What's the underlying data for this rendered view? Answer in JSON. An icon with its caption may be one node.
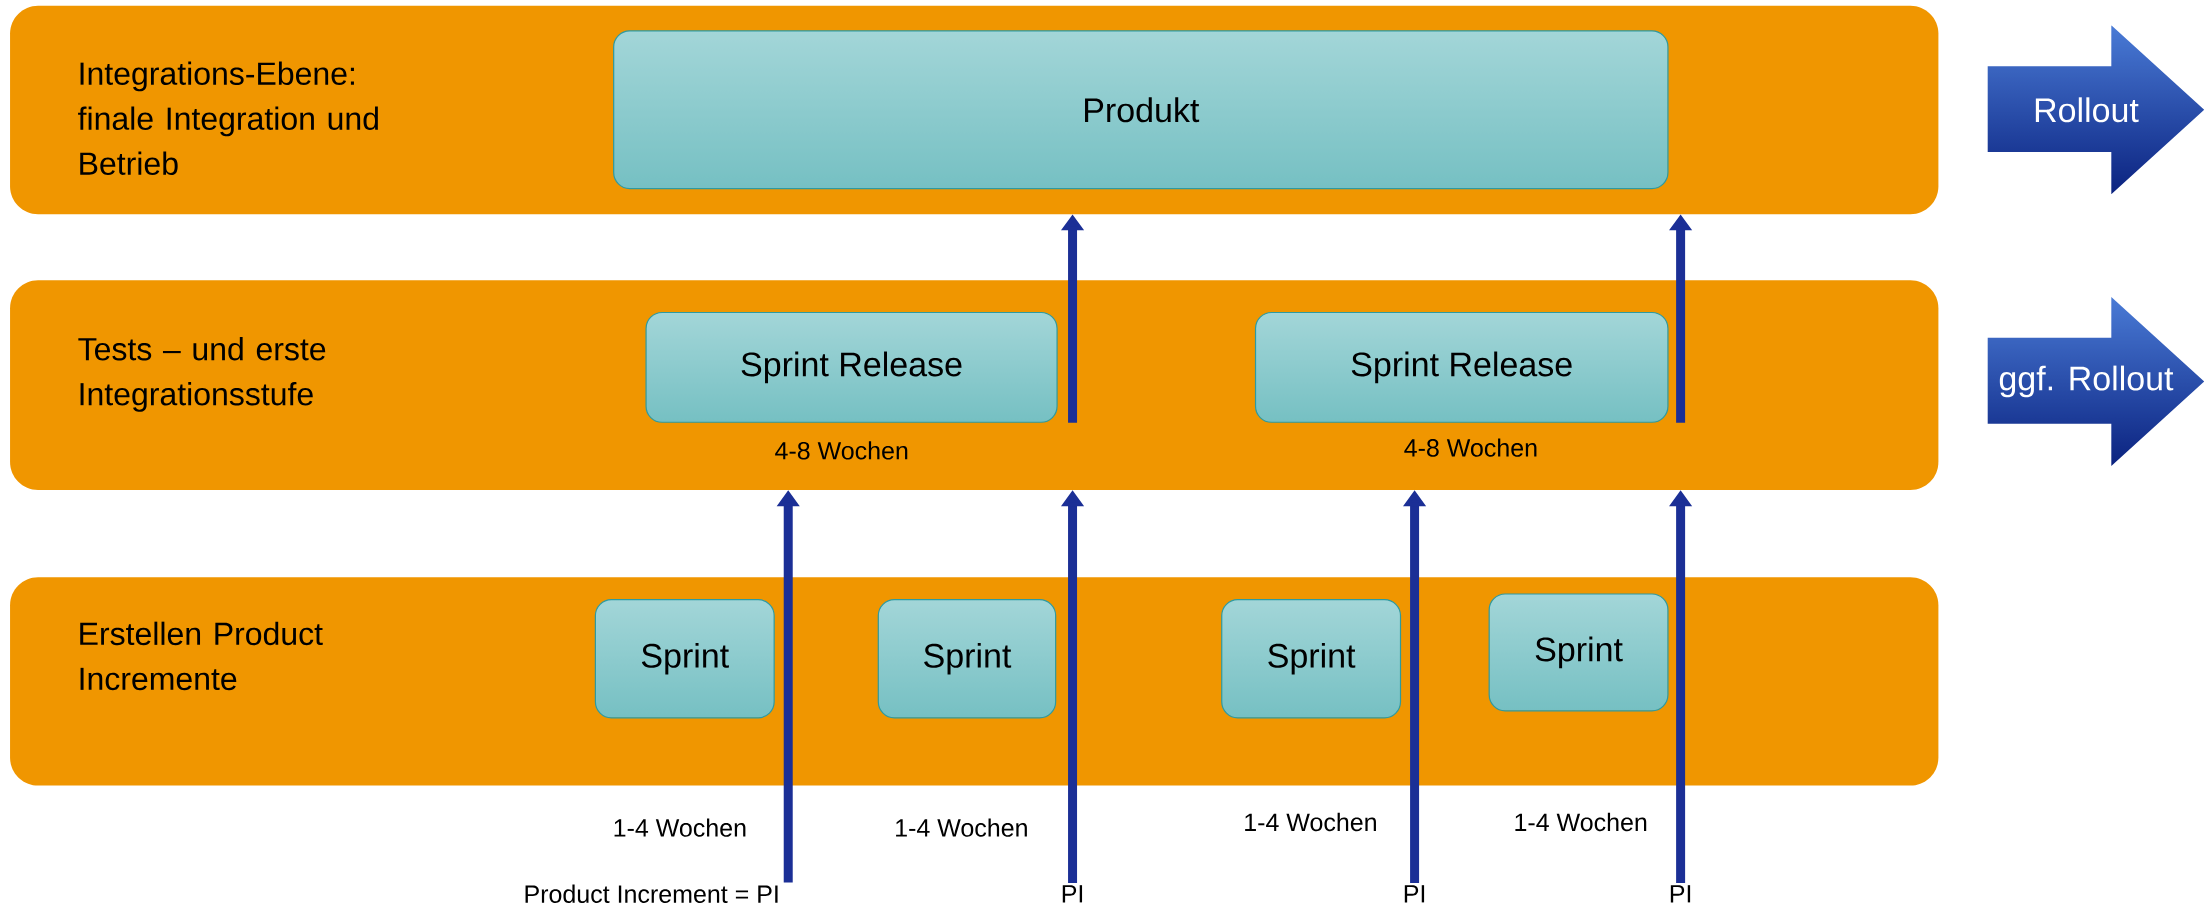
{
  "diagram": {
    "nodes": [
      {
        "text": [
          "Integrations-Ebene: finale Integration und Betrieb"
        ]
      },
      {
        "text": [
          "Produkt"
        ],
        "in": 0
      },
      {
        "text": [
          "Tests – und erste Integrationsstufe"
        ]
      },
      {
        "text": [
          "Sprint Release"
        ],
        "in": 2,
        "beside": [
          "4-8 Wochen"
        ]
      },
      {
        "text": [
          "Sprint Release"
        ],
        "in": 2,
        "beside": [
          "4-8 Wochen"
        ]
      },
      {
        "text": [
          "Erstellen Product Incremente"
        ]
      },
      {
        "text": [
          "Sprint"
        ],
        "in": 5
      },
      {
        "text": [
          "Sprint"
        ],
        "in": 5
      },
      {
        "text": [
          "Sprint"
        ],
        "in": 5
      },
      {
        "text": [
          "Sprint"
        ],
        "in": 5
      },
      {
        "text": [
          "Rollout"
        ]
      },
      {
        "text": [
          "ggf. Rollout"
        ]
      },
      {
        "text": [
          "Product Increment = PI"
        ]
      },
      {
        "text": [
          "PI"
        ]
      },
      {
        "text": [
          "PI"
        ]
      },
      {
        "text": [
          "PI"
        ]
      }
    ],
    "edges": [
      {
        "from": 12,
        "to": 2,
        "arrow": "to"
      },
      {
        "from": 13,
        "to": 2,
        "arrow": "to"
      },
      {
        "from": 14,
        "to": 2,
        "arrow": "to"
      },
      {
        "from": 15,
        "to": 2,
        "arrow": "to"
      },
      {
        "from": 3,
        "to": 0,
        "arrow": "to"
      },
      {
        "from": 4,
        "to": 0,
        "arrow": "to"
      }
    ],
    "labels": [
      "1-4 Wochen",
      "1-4 Wochen",
      "1-4 Wochen",
      "1-4 Wochen"
    ]
  }
}
